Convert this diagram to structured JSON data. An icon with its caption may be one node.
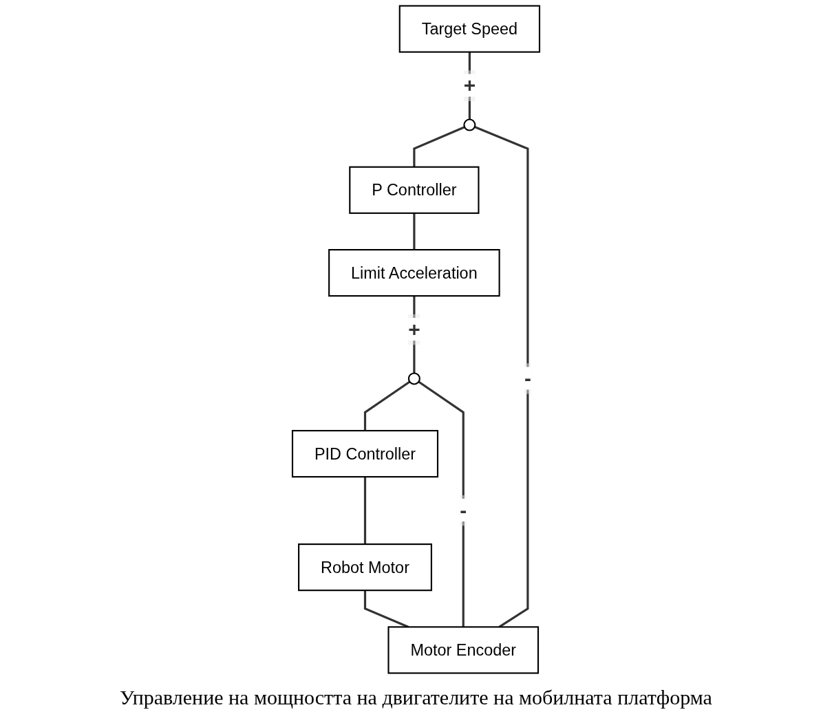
{
  "diagram": {
    "caption": "Управление на мощността на двигателите на мобилната платформа",
    "nodes": [
      {
        "text": [
          "Target Speed"
        ]
      },
      {
        "text": [],
        "shape": "circle"
      },
      {
        "text": [
          "P Controller"
        ]
      },
      {
        "text": [
          "Limit Acceleration"
        ]
      },
      {
        "text": [],
        "shape": "circle"
      },
      {
        "text": [
          "PID Controller"
        ]
      },
      {
        "text": [
          "Robot Motor"
        ]
      },
      {
        "text": [
          "Motor Encoder"
        ]
      }
    ],
    "edges": [
      {
        "from": 0,
        "to": 1,
        "arrow": "none",
        "label": "+"
      },
      {
        "from": 1,
        "to": 2,
        "arrow": "none"
      },
      {
        "from": 2,
        "to": 3,
        "arrow": "none"
      },
      {
        "from": 3,
        "to": 4,
        "arrow": "none",
        "label": "+"
      },
      {
        "from": 4,
        "to": 5,
        "arrow": "none"
      },
      {
        "from": 5,
        "to": 6,
        "arrow": "none"
      },
      {
        "from": 6,
        "to": 7,
        "arrow": "none"
      },
      {
        "from": 7,
        "to": 1,
        "arrow": "none",
        "label": "-"
      },
      {
        "from": 7,
        "to": 4,
        "arrow": "none",
        "label": "-"
      }
    ]
  }
}
